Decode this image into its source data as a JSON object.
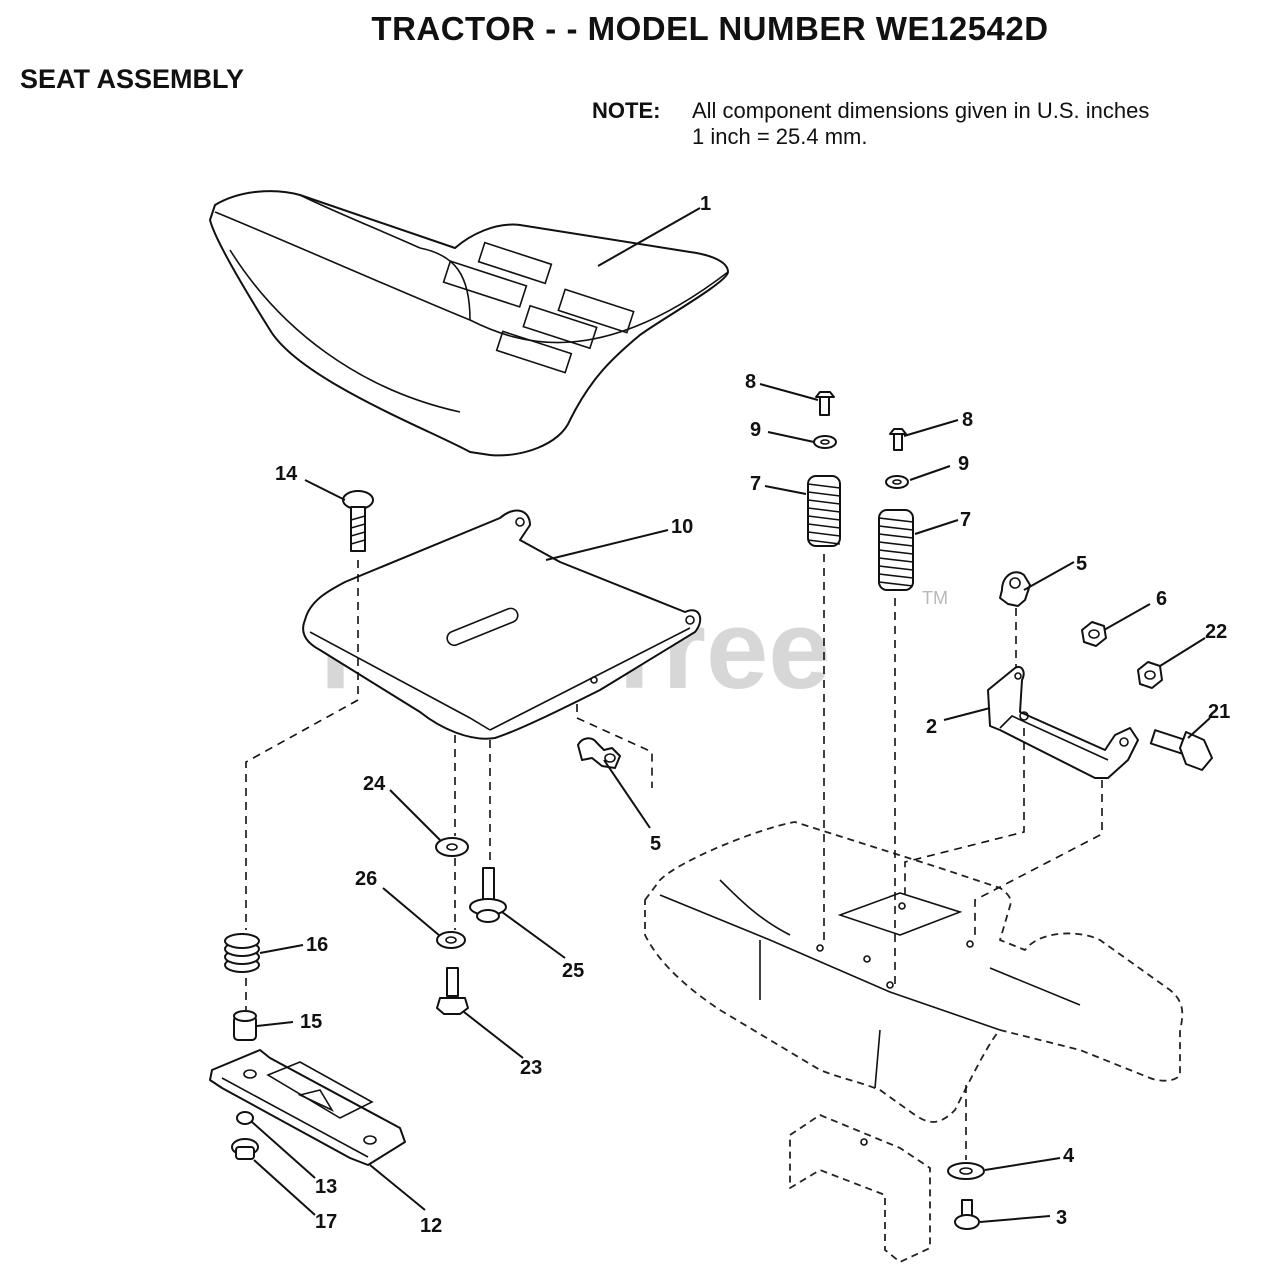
{
  "header": {
    "title": "TRACTOR - - MODEL NUMBER WE12542D",
    "subtitle": "SEAT ASSEMBLY",
    "note_label": "NOTE:",
    "note_line1": "All component dimensions given in U.S. inches",
    "note_line2": "1 inch = 25.4 mm."
  },
  "watermark": {
    "text": "PartsTree",
    "tm": "TM"
  },
  "callouts": {
    "c1": "1",
    "c2": "2",
    "c3": "3",
    "c4": "4",
    "c5a": "5",
    "c5b": "5",
    "c6": "6",
    "c7a": "7",
    "c7b": "7",
    "c8a": "8",
    "c8b": "8",
    "c9a": "9",
    "c9b": "9",
    "c10": "10",
    "c12": "12",
    "c13": "13",
    "c14": "14",
    "c15": "15",
    "c16": "16",
    "c17": "17",
    "c21": "21",
    "c22": "22",
    "c23": "23",
    "c24": "24",
    "c25": "25",
    "c26": "26"
  }
}
